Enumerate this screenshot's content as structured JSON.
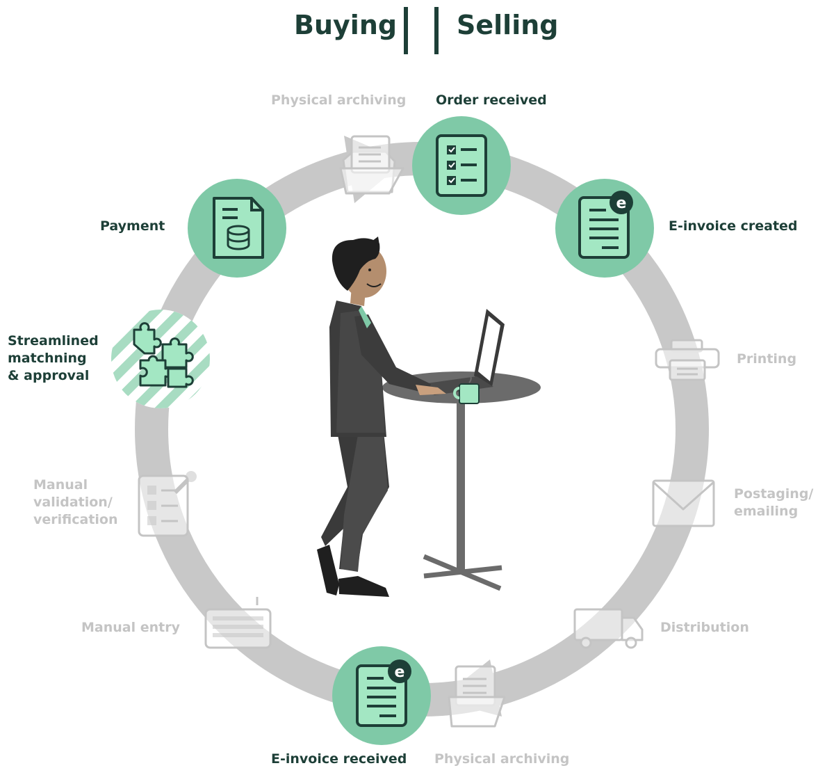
{
  "header": {
    "buying": "Buying",
    "selling": "Selling"
  },
  "steps": {
    "physical_archiving_top": "Physical archiving",
    "order_received": "Order received",
    "einvoice_created": "E-invoice created",
    "printing": "Printing",
    "postaging": [
      "Postaging/",
      "emailing"
    ],
    "distribution": "Distribution",
    "physical_archiving_bottom": "Physical archiving",
    "einvoice_received": "E-invoice received",
    "manual_entry": "Manual entry",
    "manual_validation": [
      "Manual",
      "validation/",
      "verification"
    ],
    "streamlined": [
      "Streamlined",
      "matchning",
      "& approval"
    ],
    "payment": "Payment"
  },
  "badge_letter": "e",
  "colors": {
    "dark_green": "#1d3f37",
    "mid_green": "#7fc9a7",
    "light_green": "#a3e7c3",
    "ring_gray": "#c8c8c8",
    "muted_text": "#c4c4c4"
  },
  "icons": [
    "checklist-icon",
    "invoice-icon",
    "printer-icon",
    "envelope-icon",
    "truck-icon",
    "folder-icon",
    "keyboard-icon",
    "clipboard-stamp-icon",
    "puzzle-icon",
    "document-coins-icon"
  ]
}
